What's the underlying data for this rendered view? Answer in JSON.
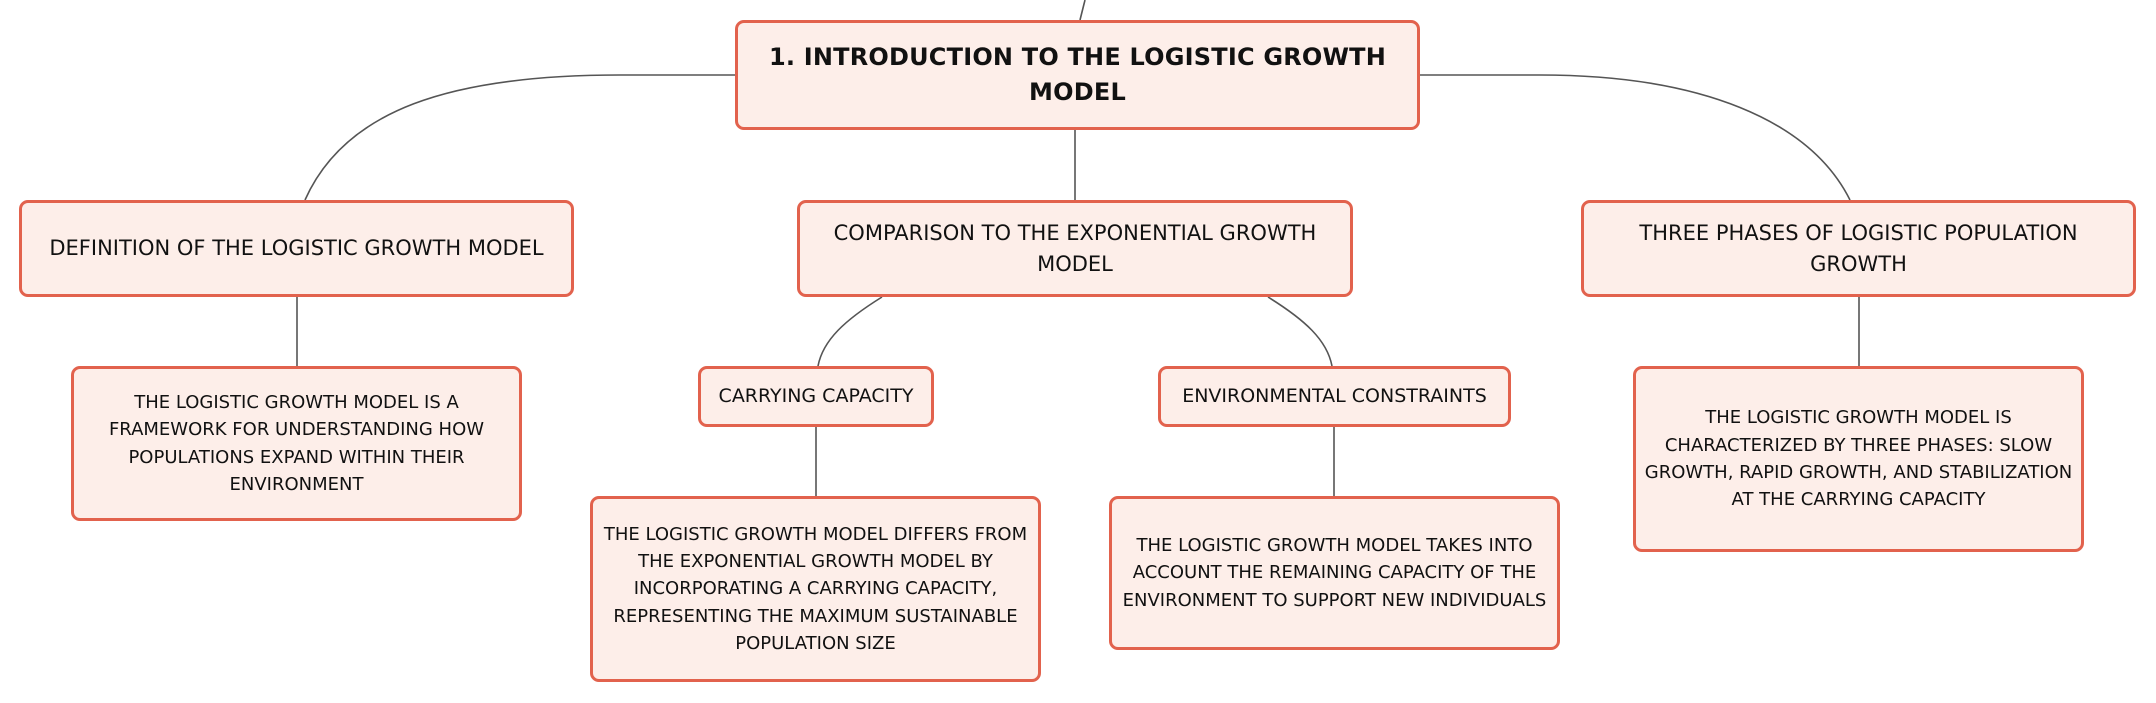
{
  "diagram": {
    "root": "1. INTRODUCTION TO THE LOGISTIC GROWTH MODEL",
    "topics": {
      "definition": "DEFINITION OF THE LOGISTIC GROWTH MODEL",
      "comparison": "COMPARISON TO THE EXPONENTIAL GROWTH MODEL",
      "phases": "THREE PHASES OF LOGISTIC POPULATION GROWTH"
    },
    "subtopics": {
      "carrying_capacity": "CARRYING CAPACITY",
      "environmental_constraints": "ENVIRONMENTAL CONSTRAINTS"
    },
    "details": {
      "definition": "THE LOGISTIC GROWTH MODEL IS A FRAMEWORK FOR UNDERSTANDING HOW POPULATIONS EXPAND WITHIN THEIR ENVIRONMENT",
      "carrying_capacity": "THE LOGISTIC GROWTH MODEL DIFFERS FROM THE EXPONENTIAL GROWTH MODEL BY INCORPORATING A CARRYING CAPACITY, REPRESENTING THE MAXIMUM SUSTAINABLE POPULATION SIZE",
      "environmental_constraints": "THE LOGISTIC GROWTH MODEL TAKES INTO ACCOUNT THE REMAINING CAPACITY OF THE ENVIRONMENT TO SUPPORT NEW INDIVIDUALS",
      "phases": "THE LOGISTIC GROWTH MODEL IS CHARACTERIZED BY THREE PHASES: SLOW GROWTH, RAPID GROWTH, AND STABILIZATION AT THE CARRYING CAPACITY"
    },
    "colors": {
      "node_fill": "#fdeee9",
      "node_border": "#e2624d",
      "connector": "#555555",
      "text": "#111111"
    }
  }
}
